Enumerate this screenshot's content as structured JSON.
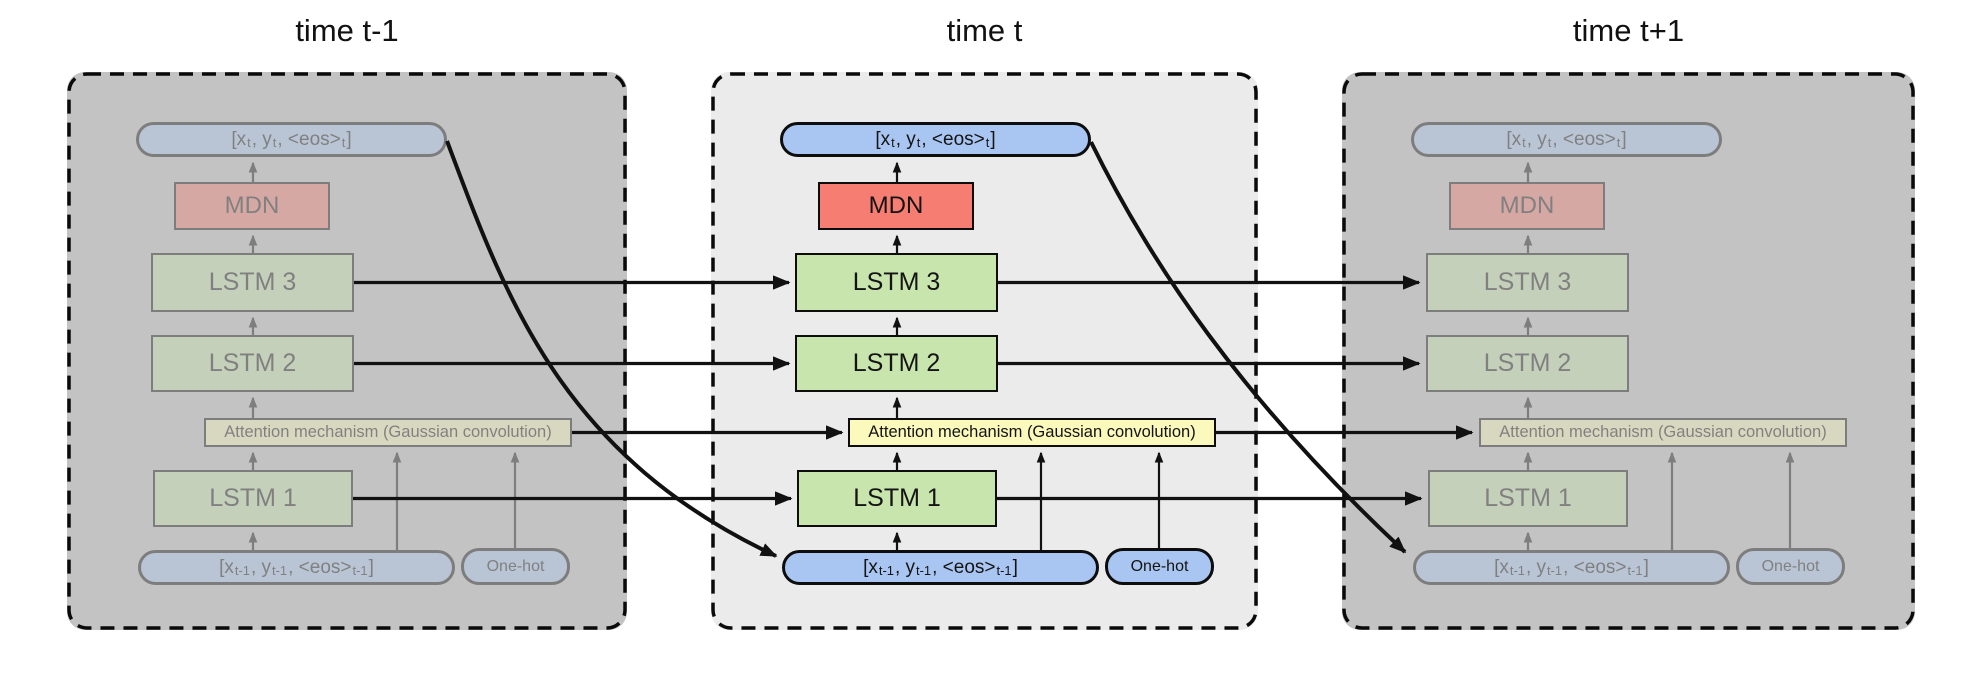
{
  "figure": {
    "columns": [
      {
        "title": "time t-1",
        "state": "inactive"
      },
      {
        "title": "time t",
        "state": "active"
      },
      {
        "title": "time t+1",
        "state": "inactive"
      }
    ],
    "node_labels": {
      "output_segments": [
        {
          "t": "[x"
        },
        {
          "s": "t"
        },
        {
          "t": " , y"
        },
        {
          "s": "t"
        },
        {
          "t": " , <eos>"
        },
        {
          "s": "t"
        },
        {
          "t": " ]"
        }
      ],
      "mdn": "MDN",
      "lstm3": "LSTM 3",
      "lstm2": "LSTM 2",
      "attention": "Attention mechanism (Gaussian convolution)",
      "lstm1": "LSTM 1",
      "input_segments": [
        {
          "t": "[x"
        },
        {
          "s": "t-1"
        },
        {
          "t": " , y"
        },
        {
          "s": "t-1"
        },
        {
          "t": " , <eos>"
        },
        {
          "s": "t-1"
        },
        {
          "t": " ]"
        }
      ],
      "onehot": "One-hot"
    },
    "colors": {
      "io-fill": "#a9c6f2",
      "mdn-fill": "#f57d72",
      "lstm-fill": "#c8e5ad",
      "attention-fill": "#fbf9bb",
      "panel-active-bg": "#ebebeb",
      "panel-inactive-bg": "#c3c3c3",
      "line": "#111111"
    }
  }
}
